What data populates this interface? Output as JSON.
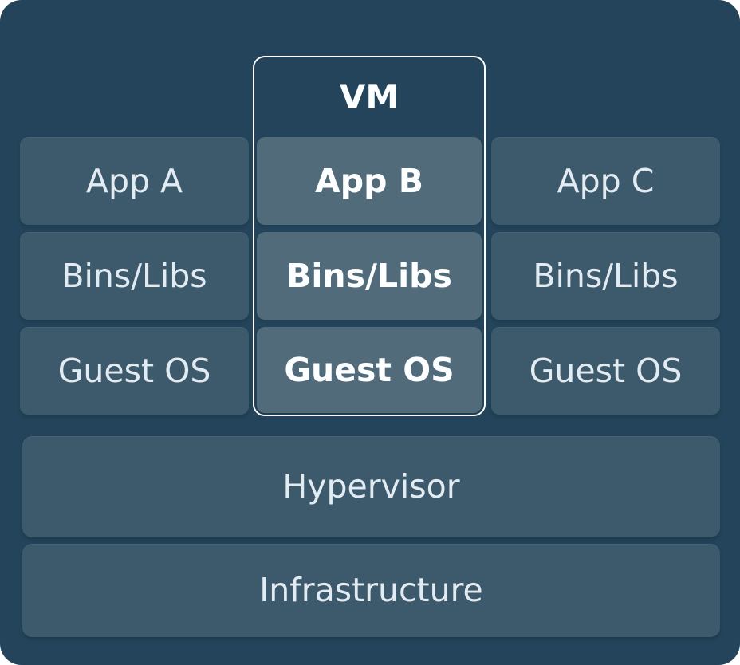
{
  "diagram": {
    "vm_label": "VM",
    "columns": [
      {
        "name": "left",
        "highlighted": false,
        "rows": [
          "App A",
          "Bins/Libs",
          "Guest OS"
        ]
      },
      {
        "name": "vm",
        "highlighted": true,
        "rows": [
          "App B",
          "Bins/Libs",
          "Guest OS"
        ]
      },
      {
        "name": "right",
        "highlighted": false,
        "rows": [
          "App C",
          "Bins/Libs",
          "Guest OS"
        ]
      }
    ],
    "base_layers": [
      "Hypervisor",
      "Infrastructure"
    ],
    "colors": {
      "canvas_bg": "#23445A",
      "box_bg": "#3D5A6C",
      "highlight_box_bg": "#516B7A",
      "vm_border": "#FFFFFF",
      "label_text": "#E2EBF2",
      "highlight_text": "#FCFEFF"
    }
  }
}
